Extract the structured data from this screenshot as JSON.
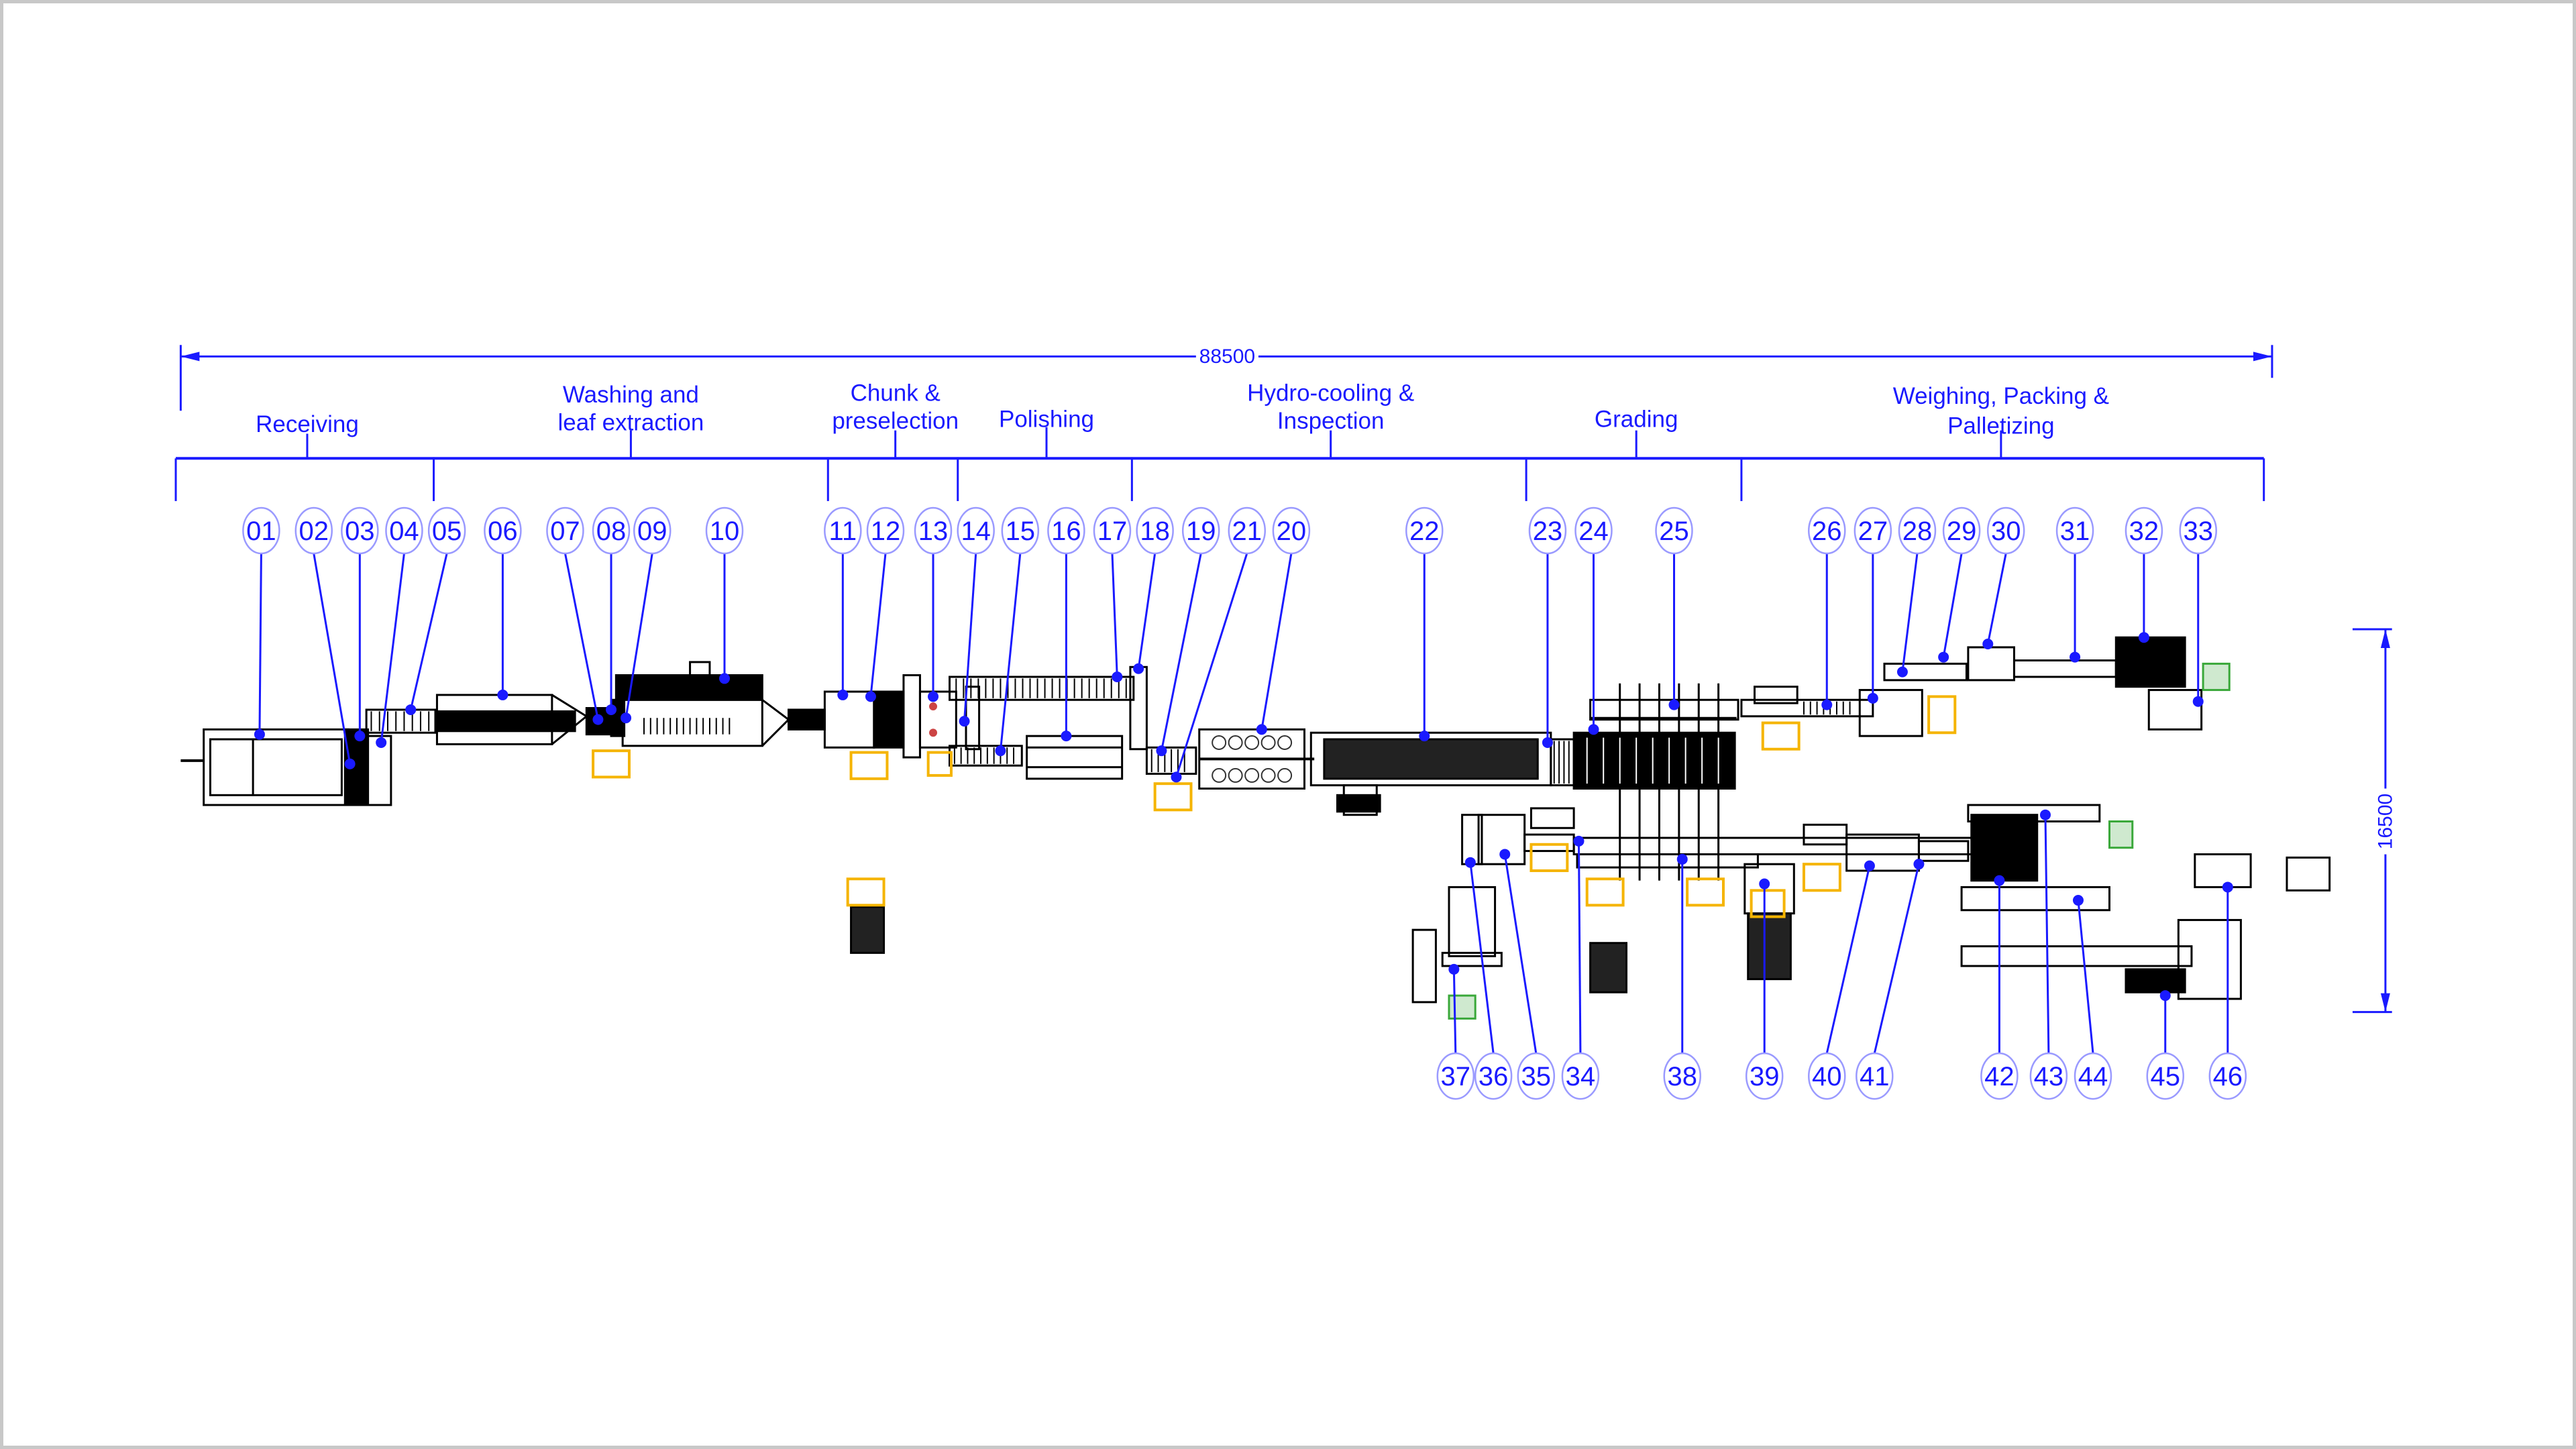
{
  "drawing": {
    "title": "Production line layout",
    "overall_length_dimension": "88500",
    "overall_width_dimension": "16500",
    "colors": {
      "annotation": "#1a1aff",
      "balloon_outline": "#9a9aff",
      "equipment": "#000000",
      "operator_zone": "#f5b400",
      "pallet": "#3aa83a",
      "frame_border": "#c8c8c8"
    }
  },
  "sections": [
    {
      "id": "receiving",
      "lines": [
        "Receiving"
      ]
    },
    {
      "id": "washing",
      "lines": [
        "Washing and",
        "leaf extraction"
      ]
    },
    {
      "id": "chunk",
      "lines": [
        "Chunk &",
        "preselection"
      ]
    },
    {
      "id": "polishing",
      "lines": [
        "Polishing"
      ]
    },
    {
      "id": "hydro",
      "lines": [
        "Hydro-cooling &",
        "Inspection"
      ]
    },
    {
      "id": "grading",
      "lines": [
        "Grading"
      ]
    },
    {
      "id": "weighing",
      "lines": [
        "Weighing, Packing &",
        "Palletizing"
      ]
    }
  ],
  "balloons_top": [
    "01",
    "02",
    "03",
    "04",
    "05",
    "06",
    "07",
    "08",
    "09",
    "10",
    "11",
    "12",
    "13",
    "14",
    "15",
    "16",
    "17",
    "18",
    "19",
    "21",
    "20",
    "22",
    "23",
    "24",
    "25",
    "26",
    "27",
    "28",
    "29",
    "30",
    "31",
    "32",
    "33"
  ],
  "balloons_bottom": [
    "37",
    "36",
    "35",
    "34",
    "38",
    "39",
    "40",
    "41",
    "42",
    "43",
    "44",
    "45",
    "46"
  ]
}
